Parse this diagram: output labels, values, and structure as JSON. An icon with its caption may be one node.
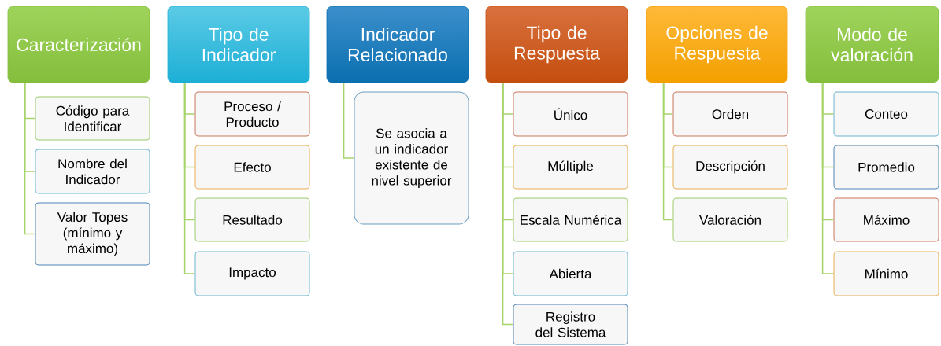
{
  "diagram": {
    "nodes": [
      {
        "text": [
          "Caracterización"
        ]
      },
      {
        "text": [
          "Código para Identificar"
        ]
      },
      {
        "text": [
          "Nombre del Indicador"
        ]
      },
      {
        "text": [
          "Valor Topes (mínimo y máximo)"
        ]
      },
      {
        "text": [
          "Tipo de Indicador"
        ]
      },
      {
        "text": [
          "Proceso / Producto"
        ]
      },
      {
        "text": [
          "Efecto"
        ]
      },
      {
        "text": [
          "Resultado"
        ]
      },
      {
        "text": [
          "Impacto"
        ]
      },
      {
        "text": [
          "Indicador Relacionado"
        ]
      },
      {
        "text": [
          "Se asocia a un indicador existente de nivel superior"
        ]
      },
      {
        "text": [
          "Tipo de Respuesta"
        ]
      },
      {
        "text": [
          "Único"
        ]
      },
      {
        "text": [
          "Múltiple"
        ]
      },
      {
        "text": [
          "Escala Numérica"
        ]
      },
      {
        "text": [
          "Abierta"
        ]
      },
      {
        "text": [
          "Registro del Sistema"
        ]
      },
      {
        "text": [
          "Opciones de Respuesta"
        ]
      },
      {
        "text": [
          "Orden"
        ]
      },
      {
        "text": [
          "Descripción"
        ]
      },
      {
        "text": [
          "Valoración"
        ]
      },
      {
        "text": [
          "Modo de valoración"
        ]
      },
      {
        "text": [
          "Conteo"
        ]
      },
      {
        "text": [
          "Promedio"
        ]
      },
      {
        "text": [
          "Máximo"
        ]
      },
      {
        "text": [
          "Mínimo"
        ]
      }
    ],
    "edges": [
      {
        "from": 0,
        "to": 1,
        "arrow": "none"
      },
      {
        "from": 0,
        "to": 2,
        "arrow": "none"
      },
      {
        "from": 0,
        "to": 3,
        "arrow": "none"
      },
      {
        "from": 4,
        "to": 5,
        "arrow": "none"
      },
      {
        "from": 4,
        "to": 6,
        "arrow": "none"
      },
      {
        "from": 4,
        "to": 7,
        "arrow": "none"
      },
      {
        "from": 4,
        "to": 8,
        "arrow": "none"
      },
      {
        "from": 9,
        "to": 10,
        "arrow": "none"
      },
      {
        "from": 11,
        "to": 12,
        "arrow": "none"
      },
      {
        "from": 11,
        "to": 13,
        "arrow": "none"
      },
      {
        "from": 11,
        "to": 14,
        "arrow": "none"
      },
      {
        "from": 11,
        "to": 15,
        "arrow": "none"
      },
      {
        "from": 11,
        "to": 16,
        "arrow": "none"
      },
      {
        "from": 17,
        "to": 18,
        "arrow": "none"
      },
      {
        "from": 17,
        "to": 19,
        "arrow": "none"
      },
      {
        "from": 17,
        "to": 20,
        "arrow": "none"
      },
      {
        "from": 21,
        "to": 22,
        "arrow": "none"
      },
      {
        "from": 21,
        "to": 23,
        "arrow": "none"
      },
      {
        "from": 21,
        "to": 24,
        "arrow": "none"
      },
      {
        "from": 21,
        "to": 25,
        "arrow": "none"
      }
    ]
  }
}
